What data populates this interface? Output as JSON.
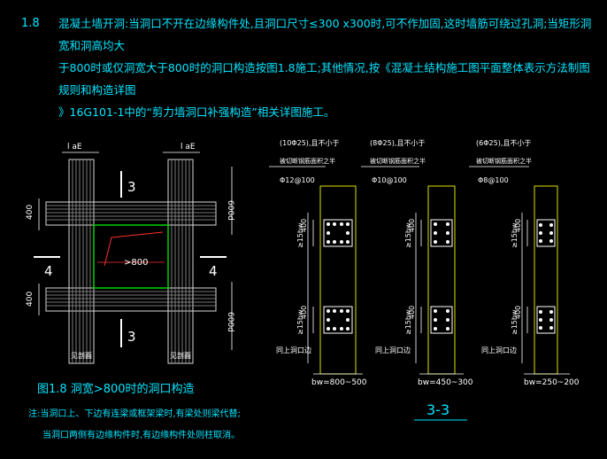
{
  "note": {
    "number": "1.8",
    "lines": [
      "混凝土墙开洞:当洞口不开在边缘构件处,且洞口尺寸≤300 x300时,可不作加固,这时墙筋可绕过孔洞;当矩形洞宽和洞高均大",
      "于800时或仅洞宽大于800时的洞口构造按图1.8施工;其他情况,按《混凝土结构施工图平面整体表示方法制图规则和构造详图",
      "》16G101-1中的“剪力墙洞口补强构造”相关详图施工。"
    ]
  },
  "plan": {
    "lae_left": "l aE",
    "lae_right": "l aE",
    "dim_400_top": "400",
    "dim_400_bottom": "400",
    "dim_600d_top": "600d",
    "dim_600d_bottom": "600d",
    "opening_label": ">800",
    "section_3_top": "3",
    "section_3_bottom": "3",
    "section_4_left": "4",
    "section_4_right": "4",
    "edge_left": "见剖面",
    "edge_right": "见剖面"
  },
  "caption": "图1.8  洞宽>800时的洞口构造",
  "notes": [
    "注:当洞口上、下边有连梁或框架梁时,有梁处则梁代替;",
    "当洞口两侧有边缘构件时,有边缘构件处则柱取消。"
  ],
  "sections": [
    {
      "spec_1": "(10Φ25),且不小于",
      "spec_2": "被切断钢筋面积之半",
      "stirrup": "Φ12@100",
      "dim_a": "≥15bw",
      "dim_b": "400",
      "dim_c": "≥15bw",
      "dim_d": "400",
      "side_note": "同上洞口边",
      "bw": "bw=800~500"
    },
    {
      "spec_1": "(8Φ25),且不小于",
      "spec_2": "被切断钢筋面积之半",
      "stirrup": "Φ10@100",
      "dim_a": "≥15bw",
      "dim_b": "400",
      "dim_c": "≥15bw",
      "dim_d": "400",
      "side_note": "同上洞口边",
      "bw": "bw=450~300"
    },
    {
      "spec_1": "(6Φ25),且不小于",
      "spec_2": "被切断钢筋面积之半",
      "stirrup": "Φ8@100",
      "dim_a": "≥15bw",
      "dim_b": "400",
      "dim_c": "≥15bw",
      "dim_d": "400",
      "side_note": "同上洞口边",
      "bw": "bw=250~200"
    }
  ],
  "section_title": "3-3"
}
